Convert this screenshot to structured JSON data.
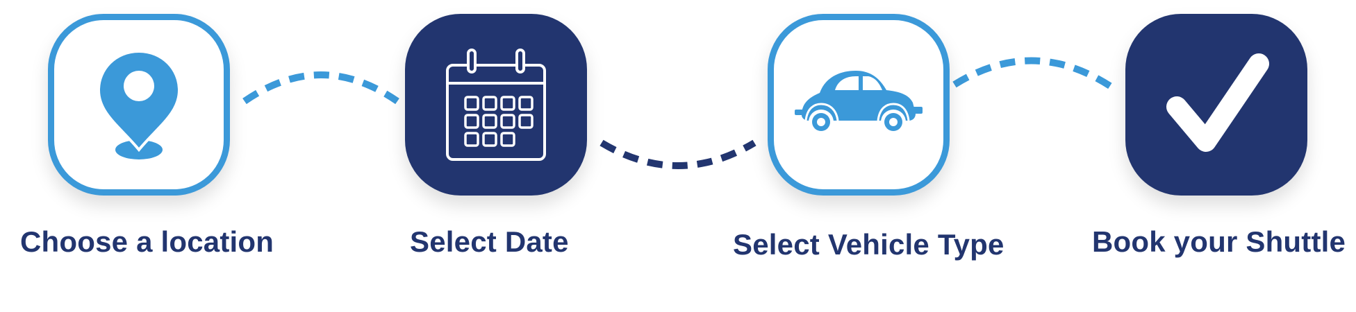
{
  "colors": {
    "navy": "#22356f",
    "blue": "#3b99d9",
    "background": "#ffffff"
  },
  "steps": [
    {
      "label": "Choose a location",
      "icon": "location-pin-icon",
      "style": "outlined"
    },
    {
      "label": "Select Date",
      "icon": "calendar-icon",
      "style": "filled"
    },
    {
      "label": "Select Vehicle Type",
      "icon": "car-icon",
      "style": "outlined"
    },
    {
      "label": "Book your Shuttle",
      "icon": "checkmark-icon",
      "style": "filled"
    }
  ]
}
